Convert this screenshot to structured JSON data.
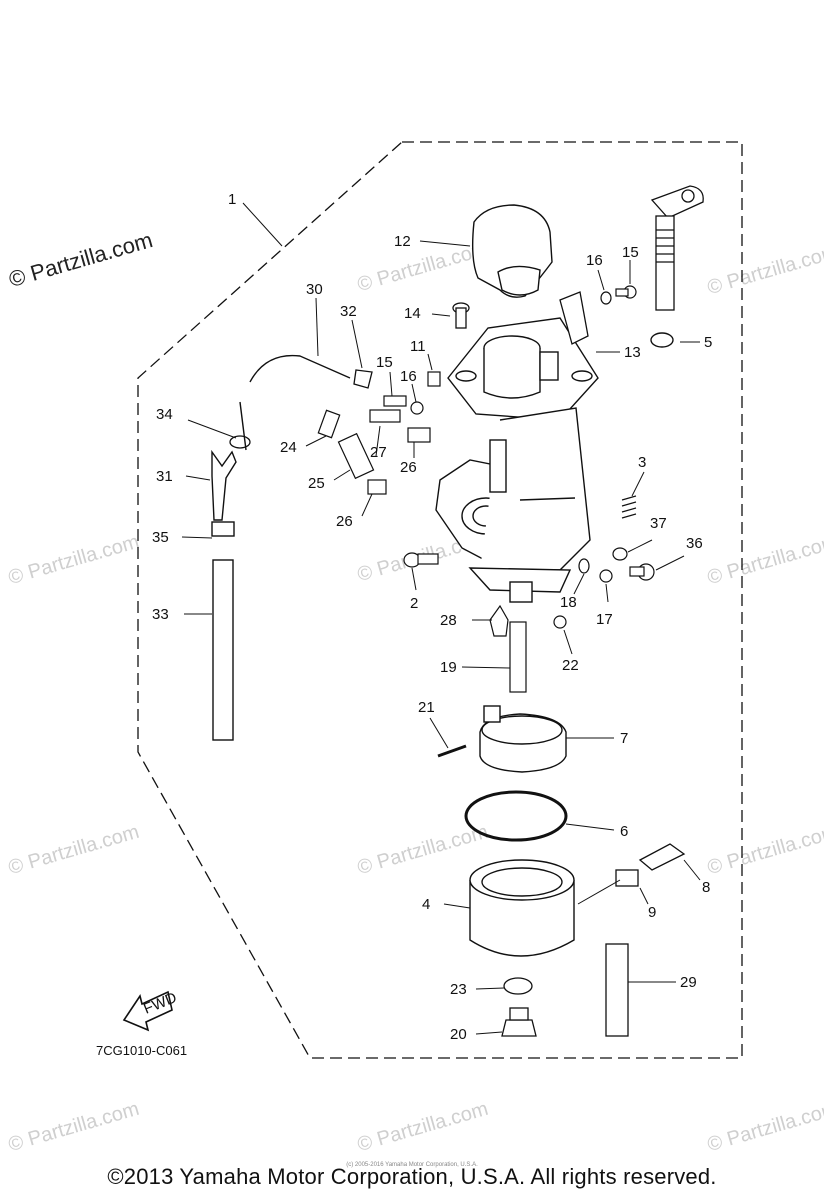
{
  "watermarks": {
    "primary": "© Partzilla.com",
    "faint": "© Partzilla.com"
  },
  "part_labels": [
    "1",
    "2",
    "3",
    "4",
    "5",
    "6",
    "7",
    "8",
    "9",
    "11",
    "12",
    "13",
    "14",
    "15",
    "15",
    "16",
    "16",
    "17",
    "18",
    "19",
    "20",
    "21",
    "22",
    "23",
    "24",
    "25",
    "26",
    "26",
    "27",
    "28",
    "29",
    "30",
    "31",
    "32",
    "33",
    "34",
    "35",
    "36",
    "37"
  ],
  "fwd_label": "FWD",
  "part_code": "7CG1010-C061",
  "small_note": "(c) 2005-2016 Yamaha Motor Corporation, U.S.A.",
  "copyright": "©2013 Yamaha Motor Corporation, U.S.A. All rights reserved."
}
